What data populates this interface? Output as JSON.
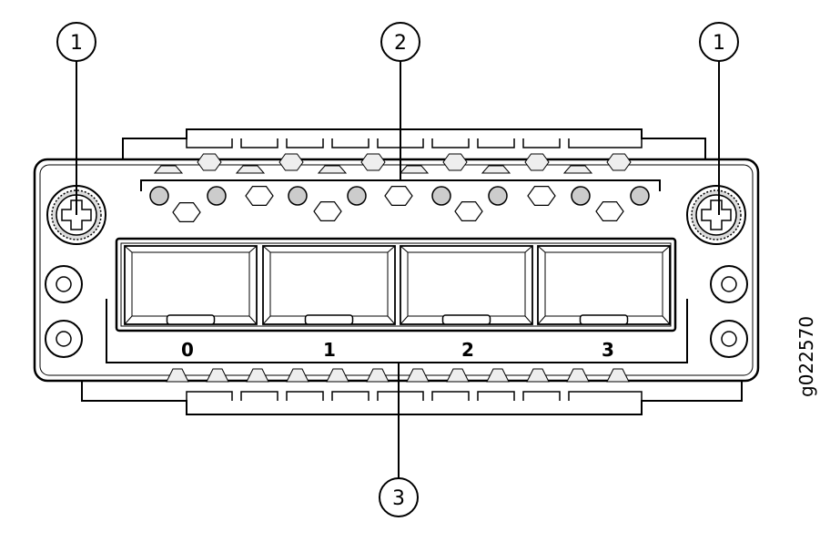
{
  "callouts": [
    {
      "id": "callout-left",
      "text": "1"
    },
    {
      "id": "callout-top",
      "text": "2"
    },
    {
      "id": "callout-right",
      "text": "1"
    },
    {
      "id": "callout-bottom",
      "text": "3"
    }
  ],
  "ports": [
    "0",
    "1",
    "2",
    "3"
  ],
  "figure_id": "g022570",
  "colors": {
    "line": "#000000",
    "face": "#ffffff",
    "led": "#cccccc",
    "vent": "#eeeeee",
    "screw": "#dddddd"
  }
}
